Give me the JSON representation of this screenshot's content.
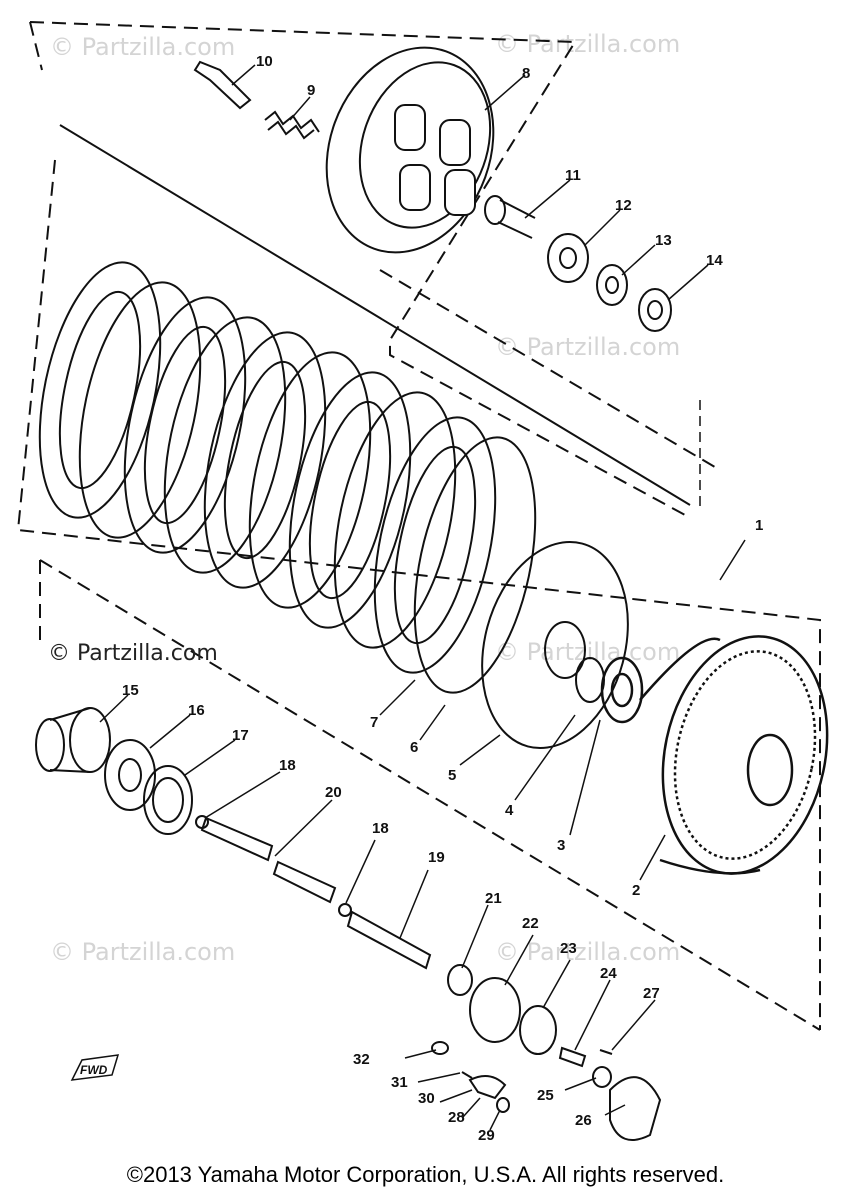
{
  "diagram": {
    "callouts": [
      "1",
      "2",
      "3",
      "4",
      "5",
      "6",
      "7",
      "8",
      "9",
      "10",
      "11",
      "12",
      "13",
      "14",
      "15",
      "16",
      "17",
      "18",
      "19",
      "20",
      "18",
      "21",
      "22",
      "23",
      "24",
      "25",
      "26",
      "27",
      "28",
      "29",
      "30",
      "31",
      "32"
    ],
    "fwd_label": "FWD",
    "watermarks": [
      "© Partzilla.com",
      "© Partzilla.com",
      "© Partzilla.com",
      "© Partzilla.com",
      "© Partzilla.com",
      "© Partzilla.com"
    ],
    "watermark_dark": "© Partzilla.com"
  },
  "footer": {
    "copyright": "©2013  Yamaha Motor Corporation, U.S.A. All rights reserved."
  }
}
